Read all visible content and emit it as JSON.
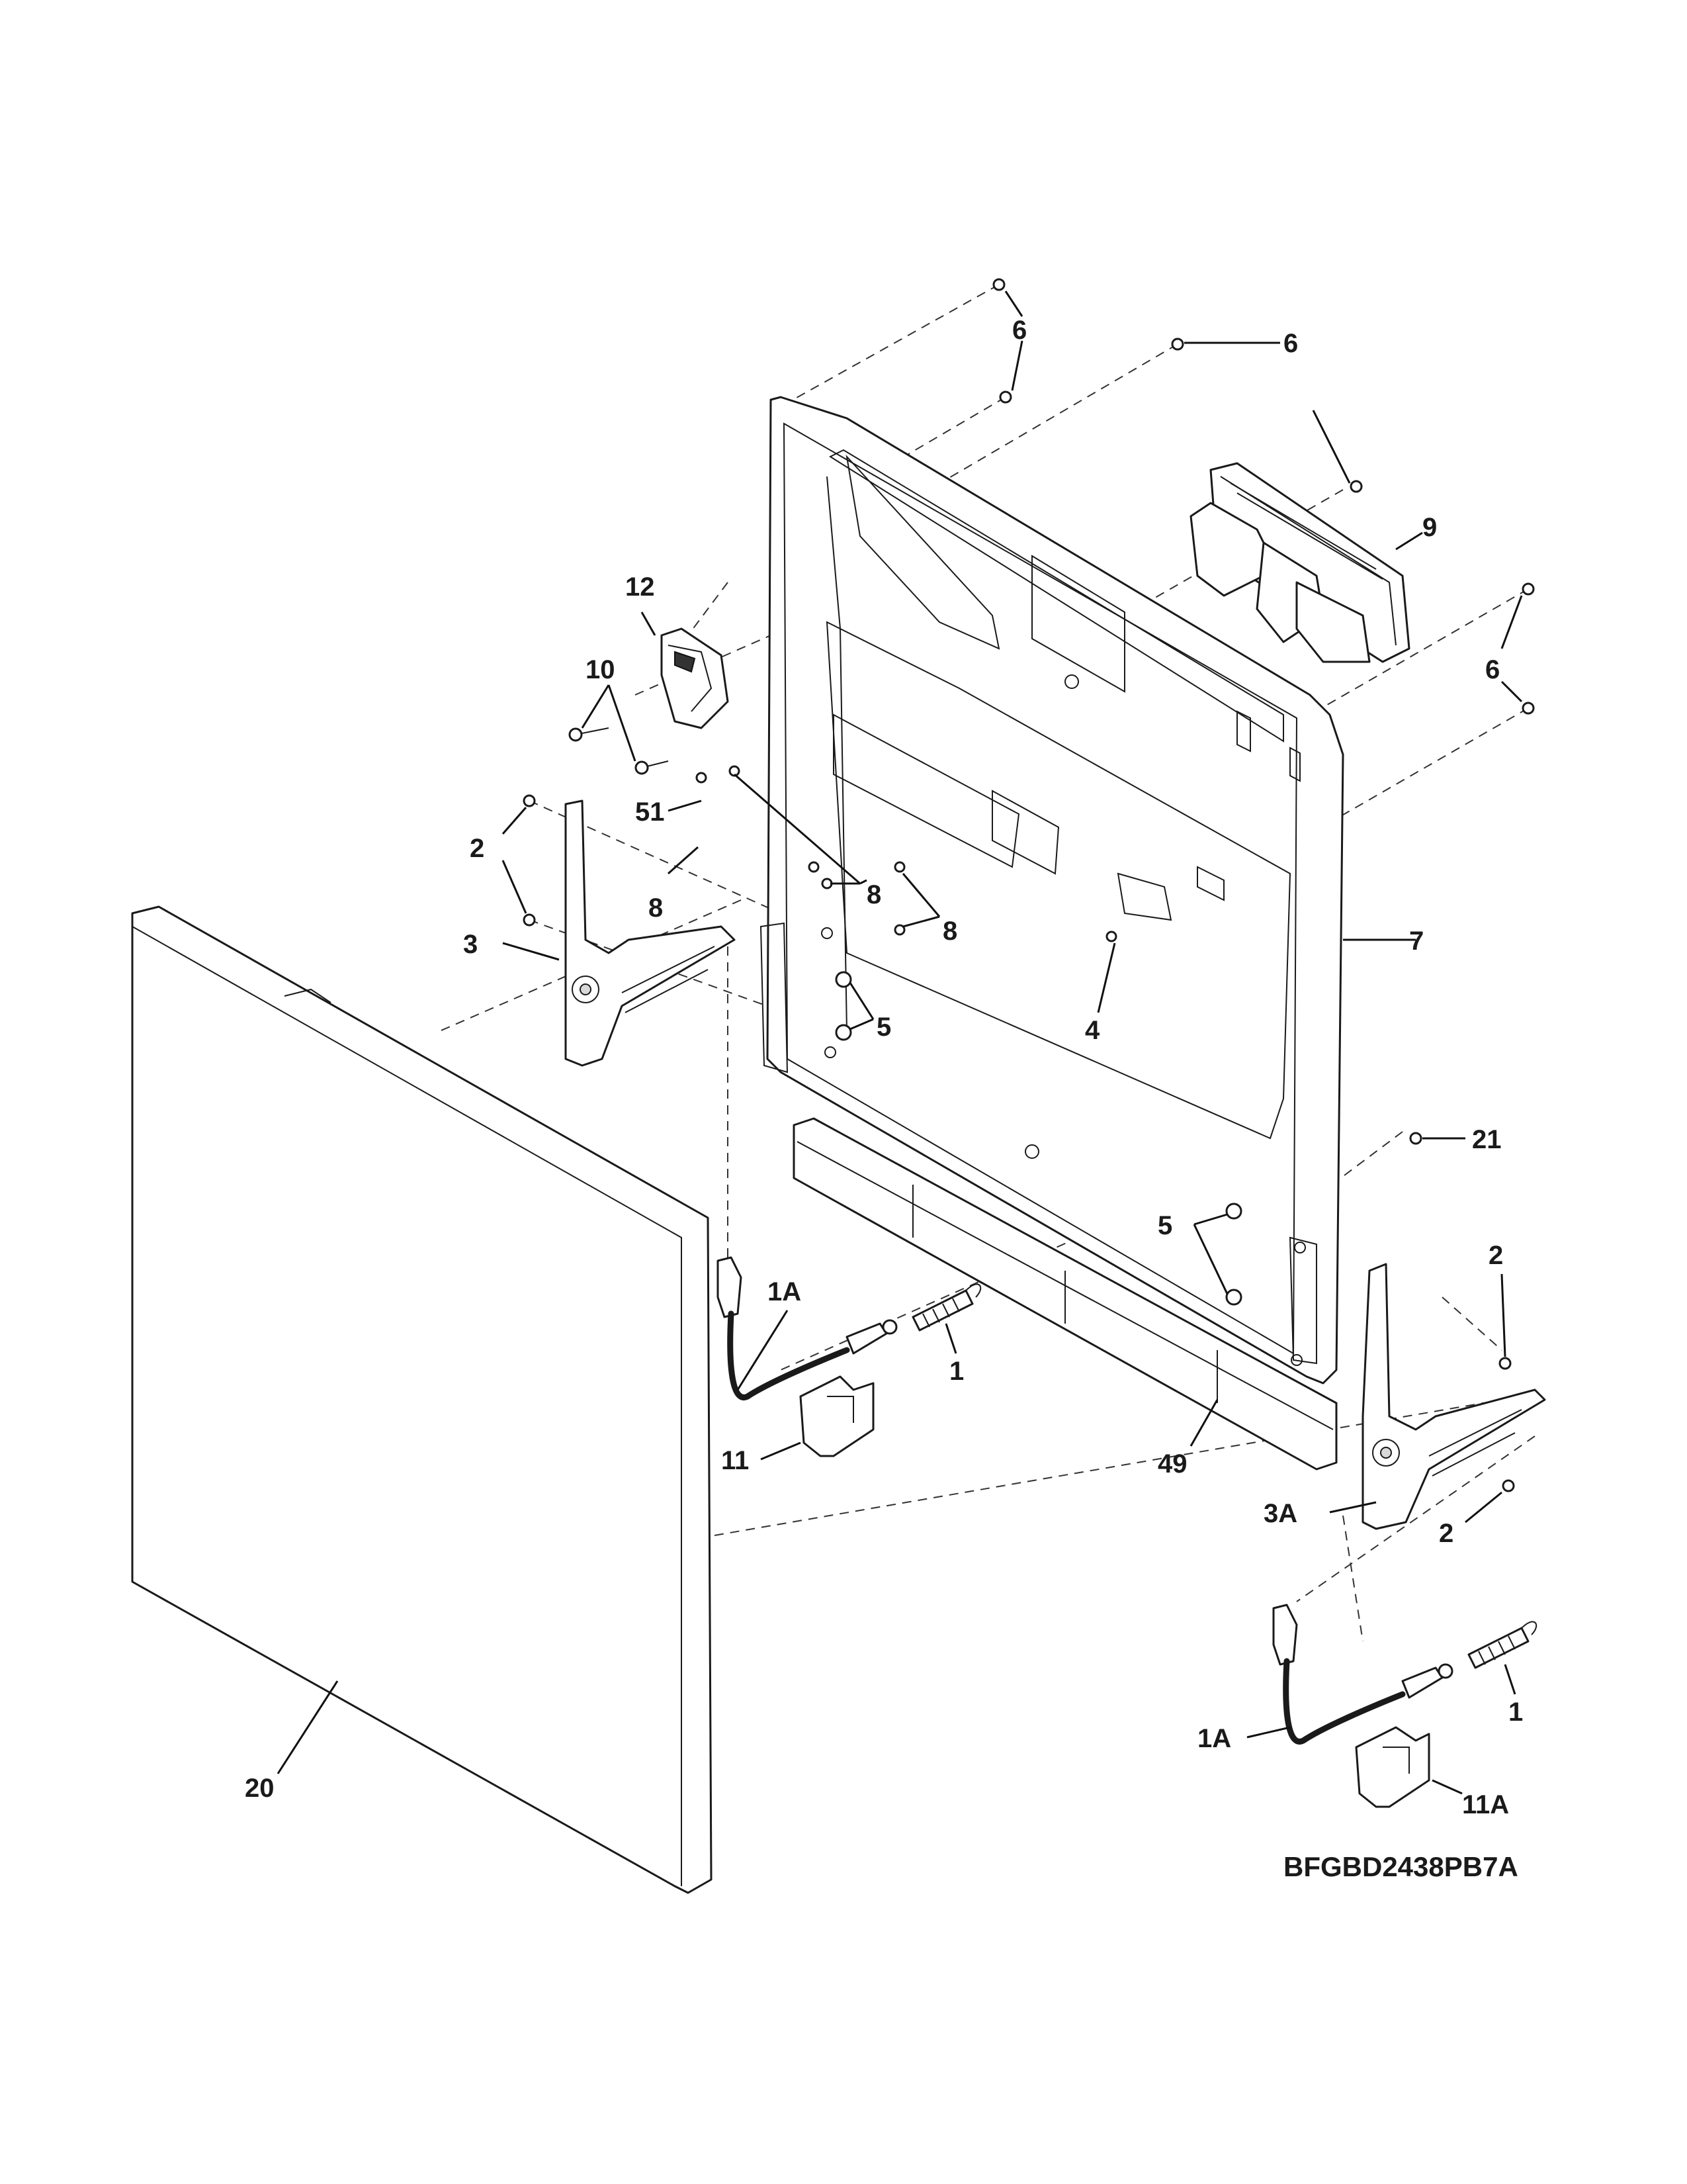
{
  "diagram": {
    "drawing_code": "BFGBD2438PB7A",
    "callouts": {
      "c6a": "6",
      "c6b": "6",
      "c6c": "6",
      "c9": "9",
      "c12": "12",
      "c10": "10",
      "c51": "51",
      "c2a": "2",
      "c2b": "2",
      "c2c": "2",
      "c8a": "8",
      "c8b": "8",
      "c8c": "8",
      "c3": "3",
      "c7": "7",
      "c4": "4",
      "c5a": "5",
      "c5b": "5",
      "c21": "21",
      "c1Aa": "1A",
      "c1a": "1",
      "c11": "11",
      "c49": "49",
      "c3A": "3A",
      "c1Ab": "1A",
      "c1b": "1",
      "c11A": "11A",
      "c20": "20"
    }
  }
}
